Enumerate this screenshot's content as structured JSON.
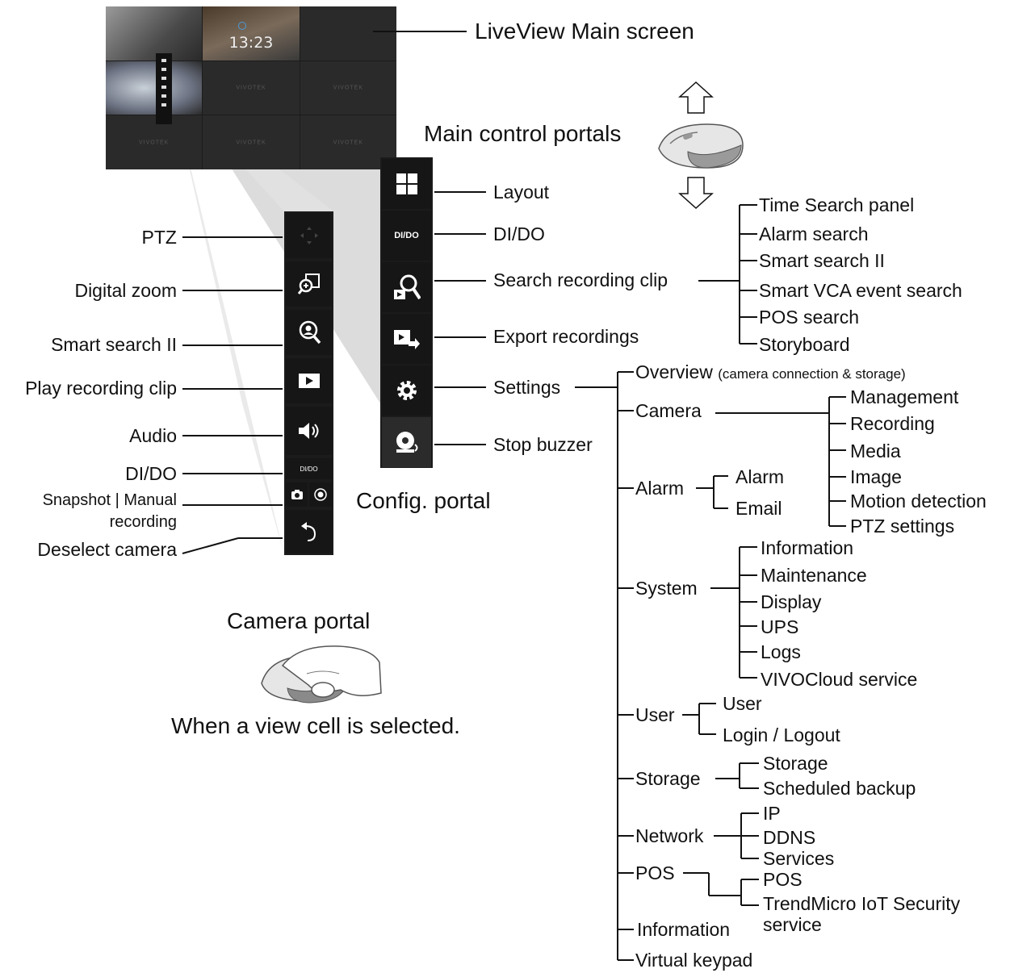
{
  "liveview": {
    "label": "LiveView Main screen",
    "clock": "13:23",
    "brand": "VIVOTEK"
  },
  "main_portals": {
    "title": "Main control portals"
  },
  "config_portal": {
    "title": "Config. portal",
    "buttons": [
      {
        "icon": "layout-grid-icon",
        "label": "Layout"
      },
      {
        "icon": "dido-text-icon",
        "text": "DI/DO",
        "label": "DI/DO"
      },
      {
        "icon": "search-recording-icon",
        "label": "Search recording clip"
      },
      {
        "icon": "export-icon",
        "label": "Export recordings"
      },
      {
        "icon": "gear-icon",
        "label": "Settings"
      },
      {
        "icon": "buzzer-icon",
        "label": "Stop buzzer"
      }
    ]
  },
  "camera_portal": {
    "title": "Camera portal",
    "caption": "When a view cell is selected.",
    "buttons": [
      {
        "icon": "ptz-arrows-icon",
        "label": "PTZ"
      },
      {
        "icon": "digital-zoom-icon",
        "label": "Digital zoom"
      },
      {
        "icon": "smart-search-icon",
        "label": "Smart search II"
      },
      {
        "icon": "play-icon",
        "label": "Play recording clip"
      },
      {
        "icon": "speaker-icon",
        "label": "Audio"
      },
      {
        "icon": "dido-text-icon",
        "text": "DI/DO",
        "label": "DI/DO"
      },
      {
        "icon": "snapshot-record-icon",
        "label_line1": "Snapshot | Manual",
        "label_line2": "recording"
      },
      {
        "icon": "undo-arrow-icon",
        "label": "Deselect camera"
      }
    ]
  },
  "search_tree": [
    "Time Search panel",
    "Alarm search",
    "Smart search II",
    "Smart VCA event search",
    "POS search",
    "Storyboard"
  ],
  "settings_tree": {
    "overview": {
      "label": "Overview",
      "note": "(camera connection & storage)"
    },
    "camera": {
      "label": "Camera",
      "children": [
        "Management",
        "Recording",
        "Media",
        "Image",
        "Motion detection",
        "PTZ settings"
      ]
    },
    "alarm": {
      "label": "Alarm",
      "children": [
        "Alarm",
        "Email"
      ]
    },
    "system": {
      "label": "System",
      "children": [
        "Information",
        "Maintenance",
        "Display",
        "UPS",
        "Logs",
        "VIVOCloud service"
      ]
    },
    "user": {
      "label": "User",
      "children": [
        "User",
        "Login / Logout"
      ]
    },
    "storage": {
      "label": "Storage",
      "children": [
        "Storage",
        "Scheduled backup"
      ]
    },
    "network": {
      "label": "Network",
      "children": [
        "IP",
        "DDNS",
        "Services"
      ]
    },
    "pos": {
      "label": "POS",
      "children": [
        "POS",
        "TrendMicro IoT Security",
        "service"
      ]
    },
    "information": {
      "label": "Information"
    },
    "keypad": {
      "label": "Virtual keypad"
    }
  }
}
